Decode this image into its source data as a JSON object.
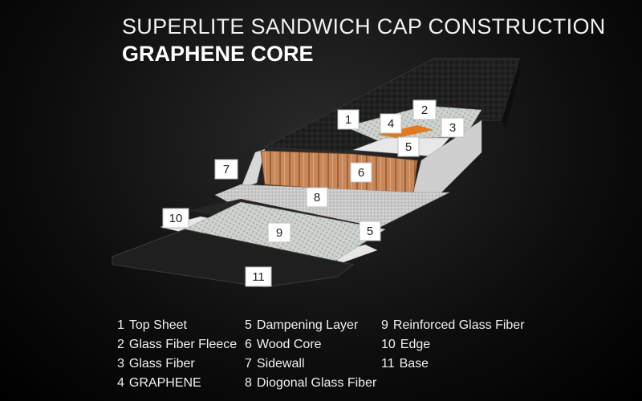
{
  "title": "SUPERLITE SANDWICH CAP CONSTRUCTION",
  "subtitle": "GRAPHENE CORE",
  "callouts": [
    "1",
    "2",
    "3",
    "4",
    "5",
    "6",
    "7",
    "8",
    "9",
    "10",
    "5",
    "11"
  ],
  "legend": [
    {
      "num": "1",
      "label": "Top Sheet"
    },
    {
      "num": "2",
      "label": "Glass Fiber Fleece"
    },
    {
      "num": "3",
      "label": "Glass Fiber"
    },
    {
      "num": "4",
      "label": "GRAPHENE"
    },
    {
      "num": "5",
      "label": "Dampening Layer"
    },
    {
      "num": "6",
      "label": "Wood Core"
    },
    {
      "num": "7",
      "label": "Sidewall"
    },
    {
      "num": "8",
      "label": "Diogonal Glass Fiber"
    },
    {
      "num": "9",
      "label": "Reinforced Glass Fiber"
    },
    {
      "num": "10",
      "label": "Edge"
    },
    {
      "num": "11",
      "label": "Base"
    }
  ],
  "colors": {
    "background": "#000000",
    "top_sheet": "#1a1a1a",
    "wood_core": "#c98a5a",
    "graphene": "#e07a20",
    "glass_fiber": "#d9d9d9",
    "base": "#1e1e1e",
    "text": "#ffffff"
  }
}
